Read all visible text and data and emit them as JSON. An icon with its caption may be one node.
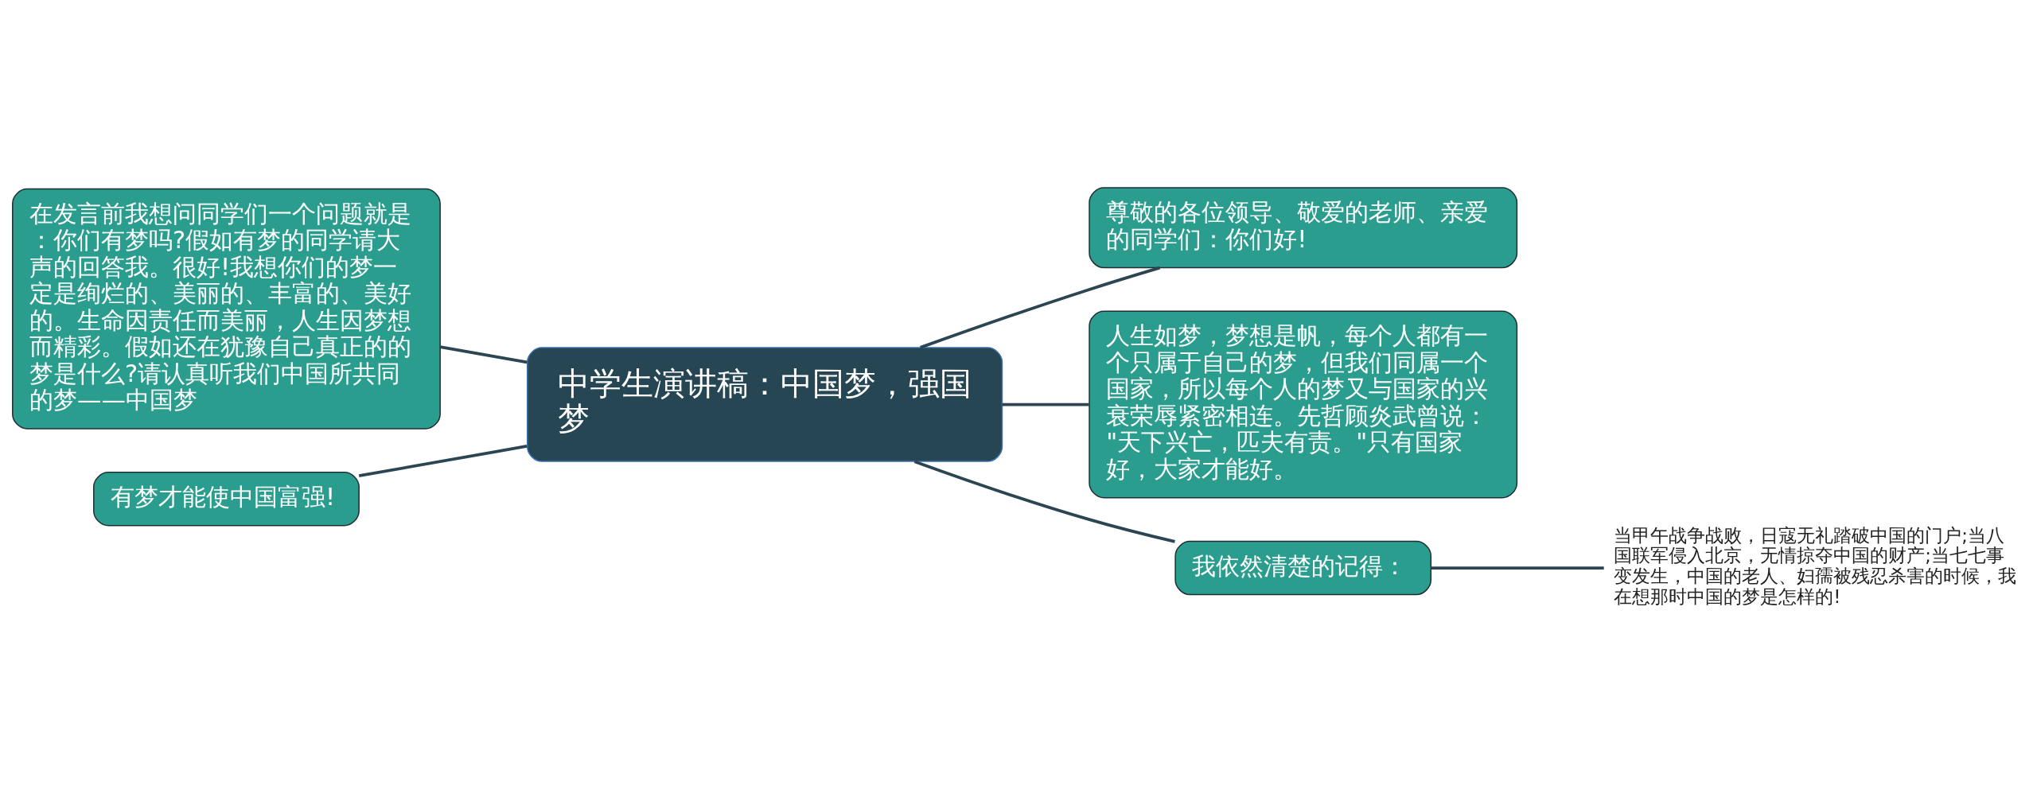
{
  "diagram": {
    "nodes": [
      {
        "text": [
          "中学生演讲稿：中国梦，强国梦"
        ]
      },
      {
        "text": [
          "在发言前我想问同学们一个问题就是：你们有梦吗?假如有梦的同学请大声的回答我。很好!我想你们的梦一定是绚烂的、美丽的、丰富的、美好的。生命因责任而美丽，人生因梦想而精彩。假如还在犹豫自己真正的的梦是什么?请认真听我们中国所共同的梦——中国梦"
        ]
      },
      {
        "text": [
          "有梦才能使中国富强!"
        ]
      },
      {
        "text": [
          "尊敬的各位领导、敬爱的老师、亲爱的同学们：你们好!"
        ]
      },
      {
        "text": [
          "人生如梦，梦想是帆，每个人都有一个只属于自己的梦，但我们同属一个国家，所以每个人的梦又与国家的兴衰荣辱紧密相连。先哲顾炎武曾说：\"天下兴亡，匹夫有责。\"只有国家好，大家才能好。"
        ]
      },
      {
        "text": [
          "我依然清楚的记得："
        ]
      },
      {
        "text": [
          "当甲午战争战败，日寇无礼踏破中国的门户;当八国联军侵入北京，无情掠夺中国的财产;当七七事变发生，中国的老人、妇孺被残忍杀害的时候，我在想那时中国的梦是怎样的!"
        ]
      }
    ],
    "edges": [
      {
        "from": 0,
        "to": 1,
        "arrow": "none"
      },
      {
        "from": 0,
        "to": 2,
        "arrow": "none"
      },
      {
        "from": 0,
        "to": 3,
        "arrow": "none"
      },
      {
        "from": 0,
        "to": 4,
        "arrow": "none"
      },
      {
        "from": 0,
        "to": 5,
        "arrow": "none"
      },
      {
        "from": 5,
        "to": 6,
        "arrow": "none"
      }
    ]
  }
}
